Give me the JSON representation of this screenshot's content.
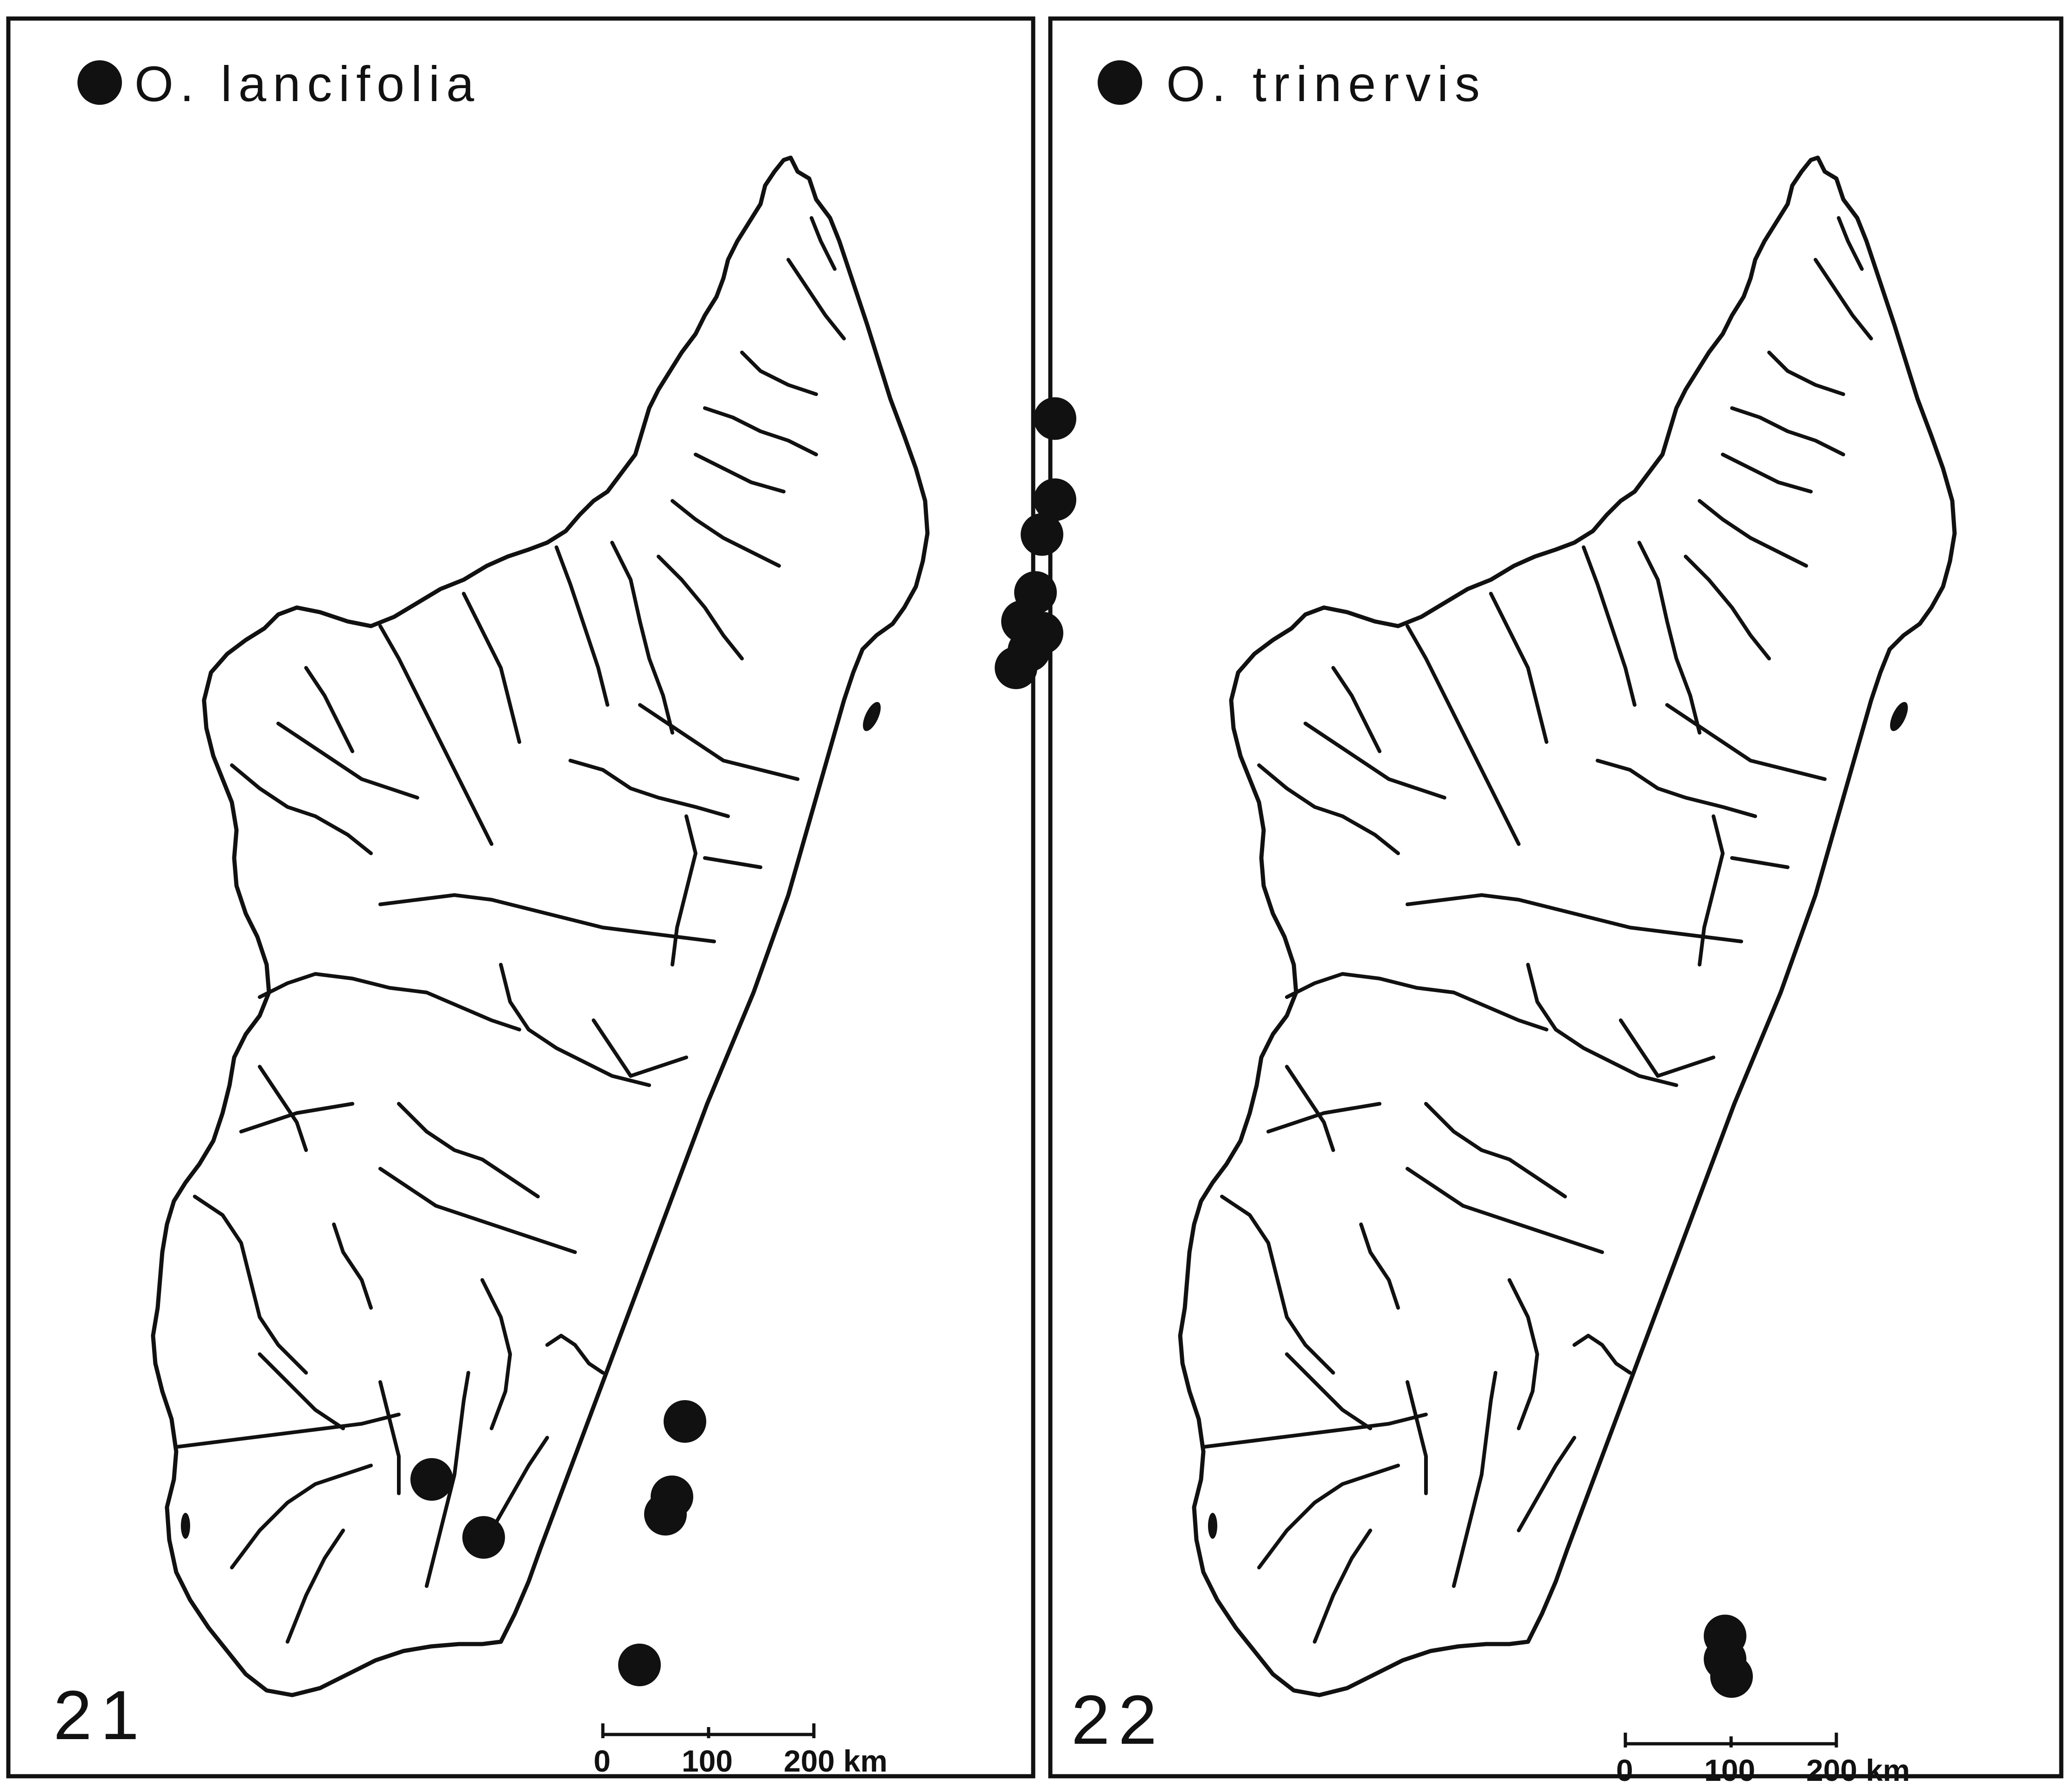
{
  "colors": {
    "ink": "#111111",
    "paper": "#ffffff"
  },
  "panels": [
    {
      "legend_symbol": "filled-circle",
      "legend_label": "O. lancifolia",
      "figure_number": "21",
      "scale": {
        "labels": [
          "0",
          "100",
          "200 km"
        ],
        "ticks_km": [
          0,
          100,
          200
        ]
      },
      "localities": [
        {
          "lat": -14.2,
          "lon": 49.7
        },
        {
          "lat": -14.9,
          "lon": 49.7
        },
        {
          "lat": -15.2,
          "lon": 49.6
        },
        {
          "lat": -15.7,
          "lon": 49.55
        },
        {
          "lat": -15.95,
          "lon": 49.45
        },
        {
          "lat": -16.05,
          "lon": 49.6
        },
        {
          "lat": -16.2,
          "lon": 49.5
        },
        {
          "lat": -16.35,
          "lon": 49.4
        },
        {
          "lat": -22.85,
          "lon": 46.85
        },
        {
          "lat": -23.35,
          "lon": 44.9
        },
        {
          "lat": -23.5,
          "lon": 46.75
        },
        {
          "lat": -23.65,
          "lon": 46.7
        },
        {
          "lat": -23.85,
          "lon": 45.3
        },
        {
          "lat": -24.95,
          "lon": 46.5
        }
      ]
    },
    {
      "legend_symbol": "filled-circle",
      "legend_label": "O. trinervis",
      "figure_number": "22",
      "scale": {
        "labels": [
          "0",
          "100",
          "200 km"
        ],
        "ticks_km": [
          0,
          100,
          200
        ]
      },
      "localities": [
        {
          "lat": -24.7,
          "lon": 46.95
        },
        {
          "lat": -24.9,
          "lon": 46.95
        },
        {
          "lat": -25.05,
          "lon": 47.0
        }
      ]
    }
  ]
}
